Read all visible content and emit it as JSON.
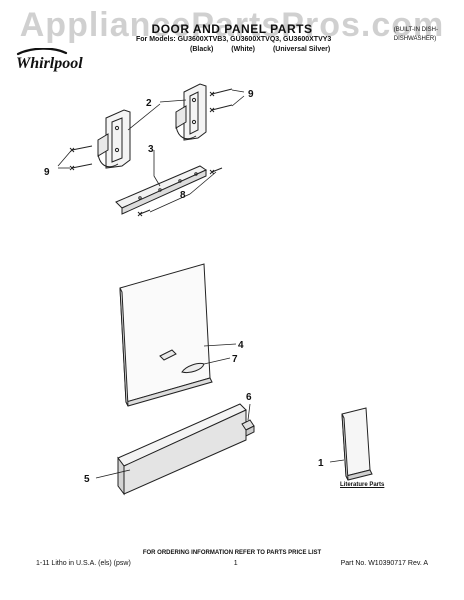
{
  "watermark": "AppliancePartsPros.com",
  "header": {
    "title": "DOOR AND PANEL PARTS",
    "models_line": "For Models: GU3600XTVB3, GU3600XTVQ3, GU3600XTVY3",
    "colors": [
      "(Black)",
      "(White)",
      "(Universal Silver)"
    ],
    "product_line1": "(BUILT-IN DISH-",
    "product_line2": "DISHWASHER)"
  },
  "brand": {
    "name": "Whirlpool",
    "color": "#111111"
  },
  "callouts": {
    "c1": "1",
    "c2": "2",
    "c3": "3",
    "c4": "4",
    "c5": "5",
    "c6": "6",
    "c7": "7",
    "c8": "8",
    "c9a": "9",
    "c9b": "9"
  },
  "literature": {
    "label": "Literature Parts"
  },
  "footer": {
    "ordering_info": "FOR ORDERING INFORMATION REFER TO PARTS PRICE LIST",
    "litho": "1-11 Litho in U.S.A. (els) (psw)",
    "page": "1",
    "part_no": "Part No. W10390717 Rev. A"
  }
}
